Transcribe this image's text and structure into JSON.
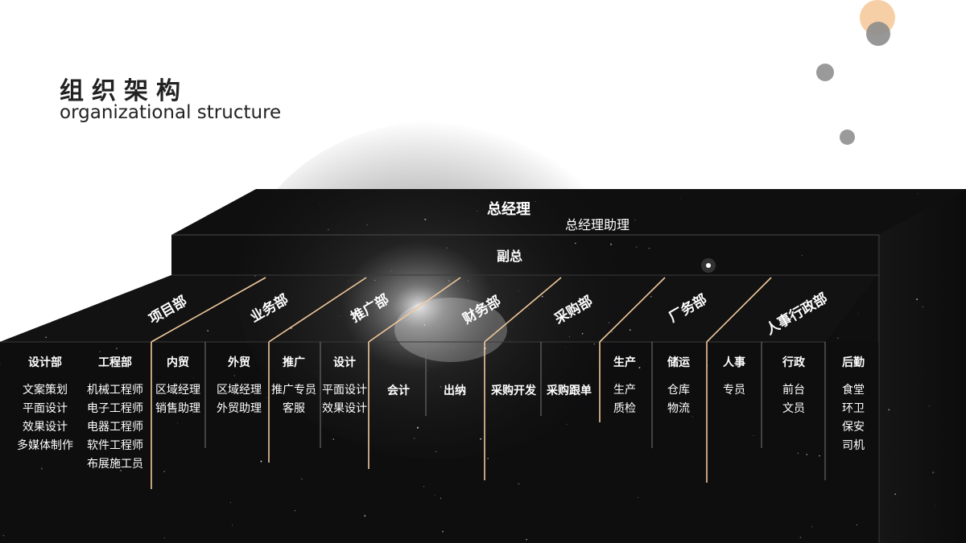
{
  "title": {
    "cn": "组织架构",
    "en": "organizational structure"
  },
  "colors": {
    "accent": "#f0c89a",
    "panel": "#0f0f10",
    "dot_peach": "#f7cfa6",
    "dot_gray": "#8c8c8c"
  },
  "top": {
    "title": "总经理",
    "subtitle": "总经理助理"
  },
  "second": {
    "title": "副总"
  },
  "departments": [
    {
      "name": "项目部"
    },
    {
      "name": "业务部"
    },
    {
      "name": "推广部"
    },
    {
      "name": "财务部"
    },
    {
      "name": "采购部"
    },
    {
      "name": "厂务部"
    },
    {
      "name": "人事行政部"
    }
  ],
  "columns": [
    {
      "header": "设计部",
      "items": [
        "文案策划",
        "平面设计",
        "效果设计",
        "多媒体制作"
      ]
    },
    {
      "header": "工程部",
      "items": [
        "机械工程师",
        "电子工程师",
        "电器工程师",
        "软件工程师",
        "布展施工员"
      ]
    },
    {
      "header": "内贸",
      "items": [
        "区域经理",
        "销售助理"
      ]
    },
    {
      "header": "外贸",
      "items": [
        "区域经理",
        "外贸助理"
      ]
    },
    {
      "header": "推广",
      "items": [
        "推广专员",
        "客服"
      ]
    },
    {
      "header": "设计",
      "items": [
        "平面设计",
        "效果设计"
      ]
    },
    {
      "header": "会计",
      "items": []
    },
    {
      "header": "出纳",
      "items": []
    },
    {
      "header": "采购开发",
      "items": []
    },
    {
      "header": "采购跟单",
      "items": []
    },
    {
      "header": "生产",
      "items": [
        "生产",
        "质检"
      ]
    },
    {
      "header": "储运",
      "items": [
        "仓库",
        "物流"
      ]
    },
    {
      "header": "人事",
      "items": [
        "专员"
      ]
    },
    {
      "header": "行政",
      "items": [
        "前台",
        "文员"
      ]
    },
    {
      "header": "后勤",
      "items": [
        "食堂",
        "环卫",
        "保安",
        "司机"
      ]
    }
  ]
}
